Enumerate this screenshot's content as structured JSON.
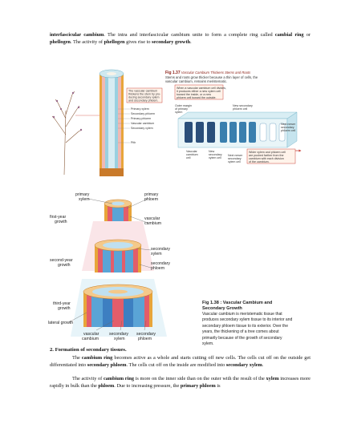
{
  "intro": {
    "t1": "interfascicular cambium",
    "t2": ". The intra and interfascicular cambium unite to form a complete ring called ",
    "t3": "cambial ring",
    "t4": " or ",
    "t5": "phellogen",
    "t6": ". The activity of ",
    "t7": "phellogen",
    "t8": " gives rise to ",
    "t9": "secondary growth",
    "t10": "."
  },
  "fig137": {
    "title": "Fig 1.37",
    "title_rest": "Vascular Cambium Thickens Stems and Roots",
    "caption": "Stems and roots grow thicker because a thin layer of cells, the vascular cambium, remains meristematic.",
    "boxes": {
      "cambium_note": "The vascular cambium thickens the stem by producing secondary xylem and secondary phloem.",
      "division_note": "When a vascular cambium cell divides, it produces either a new xylem cell toward the inside of the stem or root, or a new phloem cell toward the outside.",
      "wider_xylem_note": "Wider xylem and phloem cell are pushed farther from the cambium with each division of the cambium."
    },
    "labels": {
      "primary_xylem": "Primary xylem",
      "secondary_phloem": "Secondary phloem",
      "primary_phloem": "Primary phloem",
      "vascular_cambium": "Vascular cambium",
      "secondary_xylem": "Secondary xylem",
      "pith": "Pith",
      "outer_margin": "Outer margin of primary xylem",
      "new_secondary_phloem": "New secondary phloem cell",
      "next_secondary_phloem": "Next newer secondary phloem cell",
      "outward_growth": "Outward growth",
      "vascular_cambium_cell": "Vascular cambium cell",
      "new_secondary_xylem": "New secondary xylem cell",
      "next_secondary_xylem": "Next newer secondary xylem cell"
    }
  },
  "fig138": {
    "labels": {
      "primary_xylem": "primary xylem",
      "primary_phloem": "primary phloem",
      "first_year": "first-year growth",
      "vascular_cambium": "vascular cambium",
      "secondary_xylem": "secondary xylem",
      "secondary_phloem": "secondary phloem",
      "second_year": "second-year growth",
      "third_year": "third-year growth",
      "lateral_growth": "lateral growth",
      "vascular_cambium_bottom": "vascular cambium",
      "secondary_xylem_bottom": "secondary xylem",
      "secondary_phloem_bottom": "secondary phloem"
    },
    "caption_title": "Fig 1.38 : Vascular Cambium and Secondary Growth",
    "caption_body": "Vascular cambium is meristematic tissue that produces secondary xylem tissue to its interior and secondary phloem tissue to its exterior. Over the years, the thickening of a tree comes about primarily because of the growth of secondary xylem."
  },
  "section": {
    "heading": "2. Formation of secondary tissues."
  },
  "para2": {
    "a": "The ",
    "b": "cambium ring",
    "c": " becomes active as a whole and starts cutting off new cells. The cells cut off on the outside get differentiated into ",
    "d": "secondary phloem",
    "e": ". The cells cut off on the inside are modified into ",
    "f": "secondary xylem",
    "g": "."
  },
  "para3": {
    "a": "The activity of ",
    "b": "cambium ring",
    "c": " is more on the inner side than on the outer with the result of the ",
    "d": "xylem",
    "e": " increases more rapidly in bulk than the ",
    "f": "phloem",
    "g": ". Due to increasing pressure, the ",
    "h": "primary phloem",
    "i": " is"
  },
  "colors": {
    "cambium": "#e8a53a",
    "phloem": "#f0b9b4",
    "xylem": "#7fc3d6",
    "accent_red": "#c9463d"
  }
}
